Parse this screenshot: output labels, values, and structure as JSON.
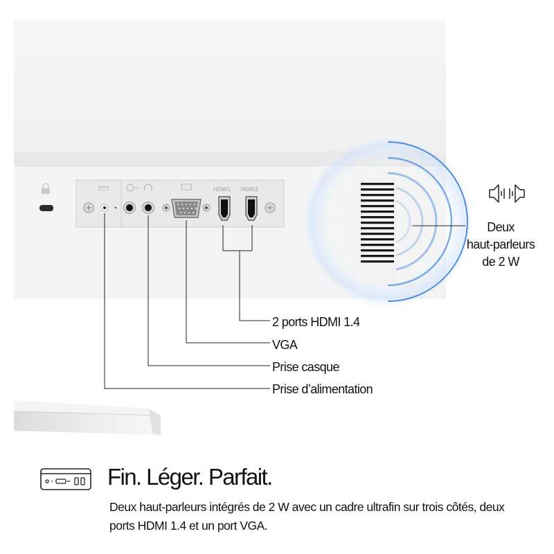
{
  "port_labels": {
    "hdmi1": "HDMI1",
    "hdmi2": "HDMI2"
  },
  "callouts": {
    "hdmi": "2 ports HDMI 1.4",
    "vga": "VGA",
    "headphone": "Prise casque",
    "power": "Prise d’alimentation"
  },
  "speaker_label": {
    "line1": "Deux",
    "line2": "haut-parleurs",
    "line3": "de 2 W"
  },
  "feature": {
    "icon": "ports-panel-icon",
    "headline": "Fin. Léger. Parfait.",
    "description": "Deux haut-parleurs intégrés de 2 W avec un cadre ultrafin sur trois côtés, deux ports HDMI 1.4 et un port VGA."
  },
  "colors": {
    "sound_wave": "#3b7fd8",
    "leader_line": "#222222",
    "monitor_body": "#f1f1f1"
  }
}
